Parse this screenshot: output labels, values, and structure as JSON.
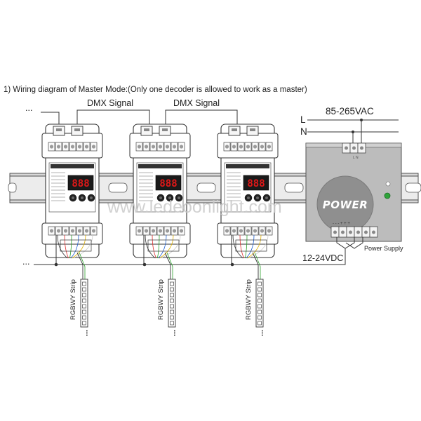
{
  "caption": "1) Wiring diagram of Master Mode:(Only one decoder is allowed to work as a master)",
  "dmx_label_1": "DMX Signal",
  "dmx_label_2": "DMX Signal",
  "ac_label": "85-265VAC",
  "line_l": "L",
  "line_n": "N",
  "psu_brand": "POWER",
  "psu_caption": "Power Supply",
  "psu_out_terms": "- - - + + +",
  "psu_in_terms": "L N",
  "dc_label": "12-24VDC",
  "bus_dots_left": "...",
  "top_dots_left": "...",
  "watermark": "www.ledeoonlight.com",
  "decoders": [
    {
      "display": "888",
      "strip_label": "RGBWY Strip",
      "strip_dots": "..."
    },
    {
      "display": "888",
      "strip_label": "RGBWY Strip",
      "strip_dots": "..."
    },
    {
      "display": "888",
      "strip_label": "RGBWY Strip",
      "strip_dots": "..."
    }
  ],
  "colors": {
    "outline": "#333333",
    "segment_red": "#e01818",
    "psu_gray": "#bdbdbd",
    "status_green": "#2fa33a"
  },
  "icons": [
    "din-rail",
    "decoder-module",
    "led-strip",
    "power-supply",
    "led-indicator"
  ]
}
